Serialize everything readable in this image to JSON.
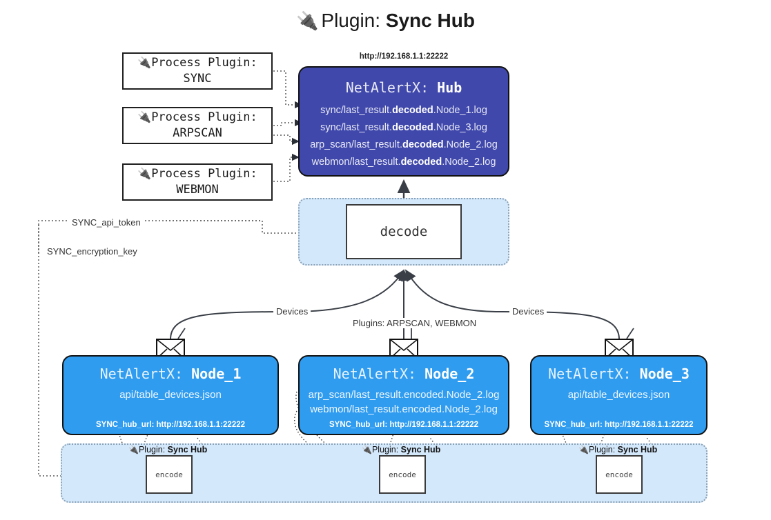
{
  "title": {
    "icon": "🔌",
    "prefix": "Plugin:",
    "name": "Sync Hub"
  },
  "process_plugins": [
    {
      "icon": "🔌",
      "line1": "Process Plugin:",
      "line2": "SYNC"
    },
    {
      "icon": "🔌",
      "line1": "Process Plugin:",
      "line2": "ARPSCAN"
    },
    {
      "icon": "🔌",
      "line1": "Process Plugin:",
      "line2": "WEBMON"
    }
  ],
  "hub": {
    "url": "http://192.168.1.1:22222",
    "title_prefix": "NetAlertX:",
    "title_name": "Hub",
    "rows": [
      {
        "pre": "sync/last_result.",
        "mid": "decoded",
        "post": ".Node_1.log"
      },
      {
        "pre": "sync/last_result.",
        "mid": "decoded",
        "post": ".Node_3.log"
      },
      {
        "pre": "arp_scan/last_result.",
        "mid": "decoded",
        "post": ".Node_2.log"
      },
      {
        "pre": "webmon/last_result.",
        "mid": "decoded",
        "post": ".Node_2.log"
      }
    ]
  },
  "decode": {
    "label": "decode"
  },
  "settings_edges": [
    {
      "label": "SYNC_api_token"
    },
    {
      "label": "SYNC_encryption_key"
    }
  ],
  "flow_labels": {
    "devices_left": "Devices",
    "devices_right": "Devices",
    "plugins_center": "Plugins: ARPSCAN, WEBMON"
  },
  "nodes": [
    {
      "title_prefix": "NetAlertX:",
      "title_name": "Node_1",
      "lines": [
        "api/table_devices.json"
      ],
      "hub_url_label": "SYNC_hub_url: http://192.168.1.1:22222",
      "envelope": "envelope"
    },
    {
      "title_prefix": "NetAlertX:",
      "title_name": "Node_2",
      "lines": [
        "arp_scan/last_result.encoded.Node_2.log",
        "webmon/last_result.encoded.Node_2.log"
      ],
      "hub_url_label": "SYNC_hub_url: http://192.168.1.1:22222",
      "envelope": "envelope"
    },
    {
      "title_prefix": "NetAlertX:",
      "title_name": "Node_3",
      "lines": [
        "api/table_devices.json"
      ],
      "hub_url_label": "SYNC_hub_url: http://192.168.1.1:22222",
      "envelope": "envelope"
    }
  ],
  "encoders": [
    {
      "plugin_icon": "🔌",
      "plugin_prefix": "Plugin:",
      "plugin_name": "Sync Hub",
      "box_label": "encode"
    },
    {
      "plugin_icon": "🔌",
      "plugin_prefix": "Plugin:",
      "plugin_name": "Sync Hub",
      "box_label": "encode"
    },
    {
      "plugin_icon": "🔌",
      "plugin_prefix": "Plugin:",
      "plugin_name": "Sync Hub",
      "box_label": "encode"
    }
  ],
  "colors": {
    "hub_fill": "#4049ab",
    "node_fill": "#2f9cf0",
    "container_fill": "#d4e8fb",
    "stroke": "#333333"
  }
}
